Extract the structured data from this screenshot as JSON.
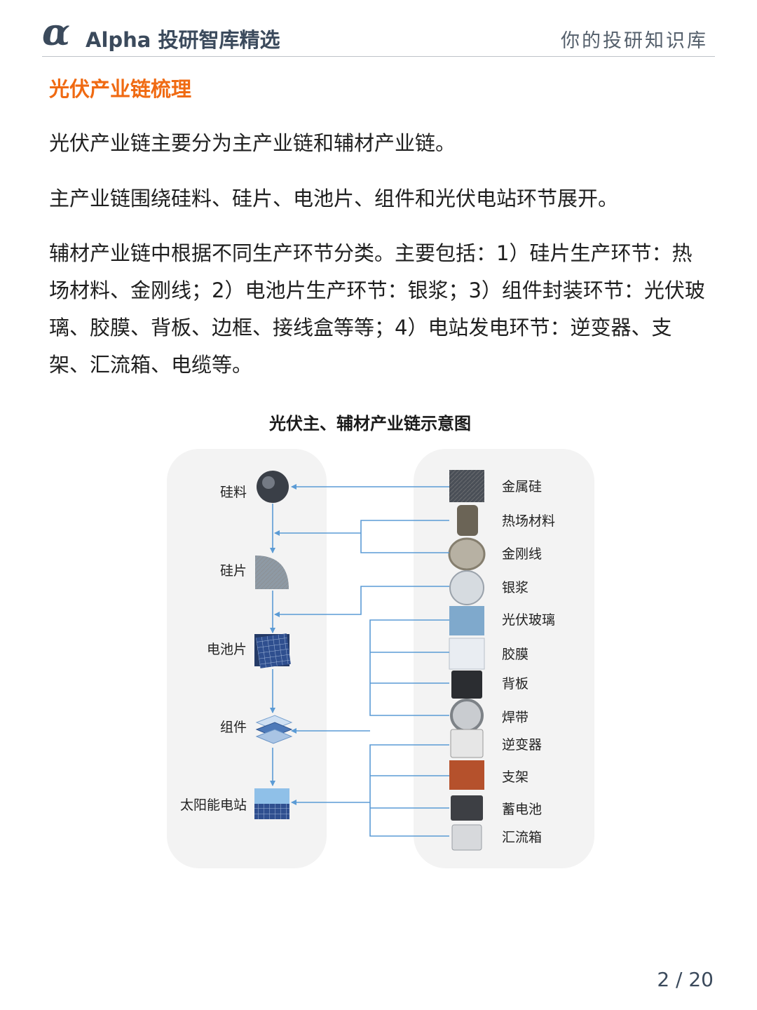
{
  "header": {
    "logo": "α",
    "brand": "Alpha 投研智库精选",
    "tagline": "你的投研知识库"
  },
  "section_title": "光伏产业链梳理",
  "paragraphs": [
    "光伏产业链主要分为主产业链和辅材产业链。",
    "主产业链围绕硅料、硅片、电池片、组件和光伏电站环节展开。",
    "辅材产业链中根据不同生产环节分类。主要包括：1）硅片生产环节：热场材料、金刚线；2）电池片生产环节：银浆；3）组件封装环节：光伏玻璃、胶膜、背板、边框、接线盒等等；4）电站发电环节：逆变器、支架、汇流箱、电缆等。"
  ],
  "figure": {
    "title": "光伏主、辅材产业链示意图",
    "main_chain": [
      "硅料",
      "硅片",
      "电池片",
      "组件",
      "太阳能电站"
    ],
    "aux_items": [
      "金属硅",
      "热场材料",
      "金刚线",
      "银浆",
      "光伏玻璃",
      "胶膜",
      "背板",
      "焊带",
      "逆变器",
      "支架",
      "蓄电池",
      "汇流箱"
    ],
    "arrow_color": "#5b9bd5"
  },
  "page_number": "2 / 20"
}
